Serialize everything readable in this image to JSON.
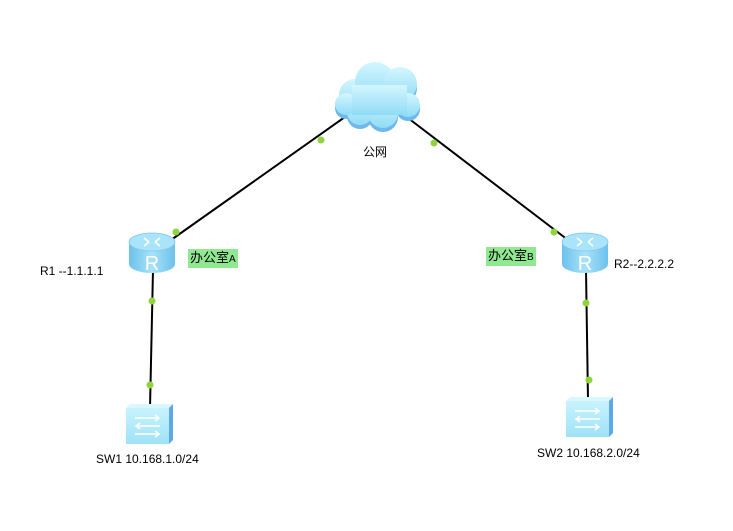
{
  "colors": {
    "link": "#000000",
    "port": "#8fd43c",
    "device_light": "#c6f0ff",
    "device_mid": "#9bd8f3",
    "device_dark": "#6cb8e6",
    "tag_bg": "#90e890"
  },
  "nodes": {
    "cloud": {
      "label": "公网",
      "icon": "cloud-icon"
    },
    "r1": {
      "label": "R1 --1.1.1.1",
      "icon": "router-icon",
      "glyph": "R"
    },
    "r2": {
      "label": "R2--2.2.2.2",
      "icon": "router-icon",
      "glyph": "R"
    },
    "sw1": {
      "label": "SW1 10.168.1.0/24",
      "icon": "switch-icon"
    },
    "sw2": {
      "label": "SW2 10.168.2.0/24",
      "icon": "switch-icon"
    }
  },
  "tags": {
    "office_a": {
      "text": "办公室",
      "suffix": "A"
    },
    "office_b": {
      "text": "办公室",
      "suffix": "B"
    }
  },
  "links": [
    {
      "from": "cloud",
      "to": "r1"
    },
    {
      "from": "cloud",
      "to": "r2"
    },
    {
      "from": "r1",
      "to": "sw1"
    },
    {
      "from": "r2",
      "to": "sw2"
    }
  ]
}
